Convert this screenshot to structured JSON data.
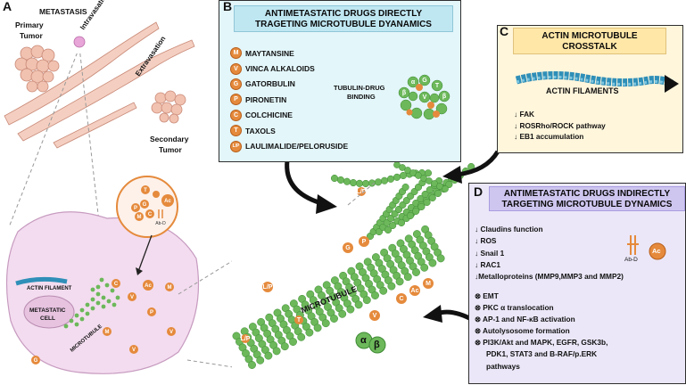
{
  "panels": {
    "a": {
      "letter": "A",
      "title": "METASTASIS",
      "primary_tumor_line1": "Primary",
      "primary_tumor_line2": "Tumor",
      "intravasation": "Intravasation",
      "extravasation": "Extravasation",
      "secondary_tumor_line1": "Secondary",
      "secondary_tumor_line2": "Tumor",
      "actin_filament": "ACTIN FILAMENT",
      "metastatic_cell_line1": "METASTATIC",
      "metastatic_cell_line2": "CELL",
      "microtubule": "MICROTUBULE"
    },
    "b": {
      "letter": "B",
      "header_line1": "ANTIMETASTATIC DRUGS DIRECTLY",
      "header_line2": "TRAGETING MICROTUBULE DYANAMICS",
      "drugs": [
        {
          "badge": "M",
          "name": "MAYTANSINE"
        },
        {
          "badge": "V",
          "name": "VINCA ALKALOIDS"
        },
        {
          "badge": "G",
          "name": "GATORBULIN"
        },
        {
          "badge": "P",
          "name": "PIRONETIN"
        },
        {
          "badge": "C",
          "name": "COLCHICINE"
        },
        {
          "badge": "T",
          "name": "TAXOLS"
        },
        {
          "badge": "L/P",
          "name": "LAULIMALIDE/PELORUSIDE"
        }
      ],
      "binding_line1": "TUBULIN-DRUG",
      "binding_line2": "BINDING"
    },
    "c": {
      "letter": "C",
      "header_line1": "ACTIN MICROTUBULE",
      "header_line2": "CROSSTALK",
      "actin_label": "ACTIN FILAMENTS",
      "items": [
        "↓ FAK",
        "↓ ROSRho/ROCK pathway",
        "↓ EB1 accumulation"
      ]
    },
    "d": {
      "letter": "D",
      "header_line1": "ANTIMETASTATIC DRUGS INDIRECTLY",
      "header_line2": "TARGETING MICROTUBULE DYNAMICS",
      "items_down": [
        "↓ Claudins function",
        "↓ ROS",
        "↓ Snail 1",
        "↓ RAC1",
        "↓Metalloproteins (MMP9,MMP3 and MMP2)"
      ],
      "items_block": [
        "⊗ EMT",
        "⊗ PKC α translocation",
        "⊗ AP-1 and NF-κB activation",
        "⊗ Autolysosome formation",
        "⊗ PI3K/Akt and MAPK, EGFR, GSK3b,",
        "PDK1, STAT3 and  B-RAF/p.ERK",
        "pathways"
      ],
      "ab_label": "Ab-D",
      "ac_label": "Ac"
    },
    "center": {
      "microtubule": "MICROTUBULE",
      "alpha": "α",
      "beta": "β"
    }
  },
  "colors": {
    "b_bg": "#e3f6fa",
    "c_bg": "#fff6dc",
    "d_bg": "#ebe7f8",
    "drug_badge": "#e58a3c",
    "tubulin_green": "#6cb85a",
    "cell_pink": "#f3dcef",
    "actin_blue": "#2f8fb8"
  }
}
